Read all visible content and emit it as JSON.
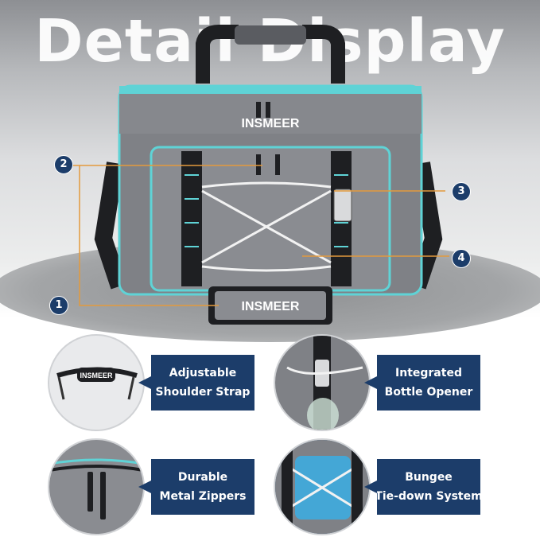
{
  "title": "Detail Display",
  "brand": "INSMEER",
  "callouts": [
    "1",
    "2",
    "3",
    "4"
  ],
  "features": [
    {
      "icon": "shoulder-strap-icon",
      "line1": "Adjustable",
      "line2": "Shoulder Strap"
    },
    {
      "icon": "bottle-opener-icon",
      "line1": "Integrated",
      "line2": "Bottle Opener"
    },
    {
      "icon": "metal-zipper-icon",
      "line1": "Durable",
      "line2": "Metal Zippers"
    },
    {
      "icon": "bungee-cord-icon",
      "line1": "Bungee",
      "line2": "Tie-down System"
    }
  ],
  "colors": {
    "navy": "#1c3d6a",
    "teal": "#5fd3d6",
    "bag_gray": "#7d7f84",
    "callout_line": "#e39a3d"
  }
}
